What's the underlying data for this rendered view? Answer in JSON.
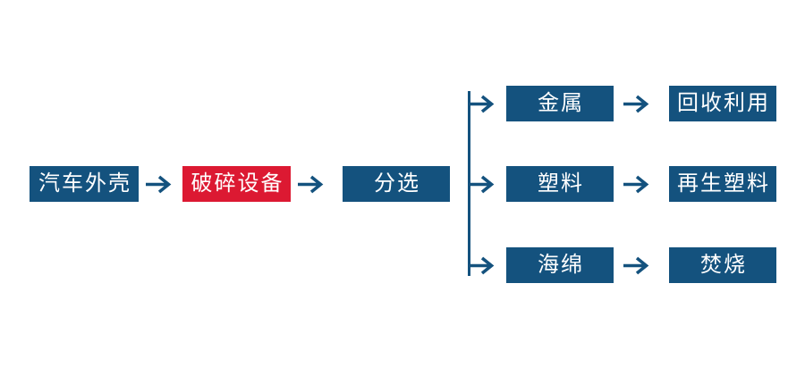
{
  "diagram": {
    "type": "flowchart",
    "main_flow": [
      {
        "label": "汽车外壳",
        "color": "blue"
      },
      {
        "label": "破碎设备",
        "color": "red"
      },
      {
        "label": "分选",
        "color": "blue"
      }
    ],
    "branches": [
      {
        "material": "金属",
        "outcome": "回收利用"
      },
      {
        "material": "塑料",
        "outcome": "再生塑料"
      },
      {
        "material": "海绵",
        "outcome": "焚烧"
      }
    ]
  },
  "icons": {
    "arrow_right": "→",
    "branch_connector": "vertical-line"
  },
  "colors": {
    "node_blue": "#14527E",
    "node_red": "#DC1932",
    "connector": "#14527E",
    "node_text": "#FFFFFF",
    "background": "#FFFFFF"
  }
}
